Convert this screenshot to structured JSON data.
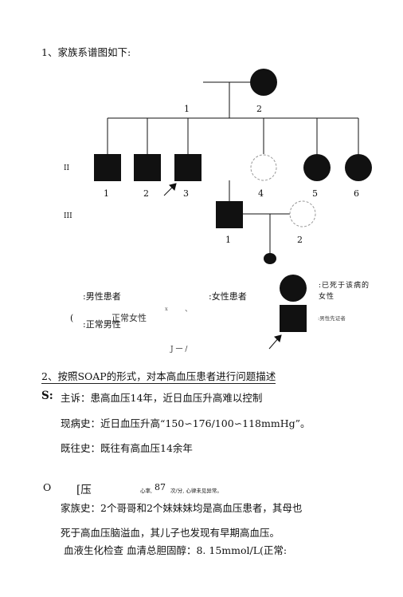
{
  "heading1": "1、家族系谱图如下:",
  "pedigree": {
    "gen_I_nums": [
      "1",
      "2"
    ],
    "gen_II_label": "II",
    "gen_II_nums": [
      "1",
      "2",
      "3",
      "4",
      "5",
      "6"
    ],
    "gen_III_label": "III",
    "gen_III_nums": [
      "1",
      "2"
    ]
  },
  "legend": {
    "male_patient": ":男性患者",
    "female_patient": ":女性患者",
    "deceased_female": ":已死于该病的女性",
    "male_proband": ":男性先证者",
    "normal_male": ":正常男性",
    "normal_female": "正常女性",
    "paren_open": "(",
    "scan_x": "x",
    "scan_comma": "、",
    "scan_dash": "J 一 /"
  },
  "heading2": "2、按照SOAP的形式，对本高血压患者进行问题描述",
  "s_section": {
    "marker": "S:",
    "chief_complaint": "主诉：患高血压14年，近日血压升高难以控制",
    "present_history": "现病史：近日血压升高“150∽176/100∽118mmHg”。",
    "past_history": "既往史：既往有高血压14余年"
  },
  "o_section": {
    "marker": "O",
    "bracket": "[压",
    "heart_rate_prefix": "心率,",
    "heart_rate_value": "87",
    "heart_rate_suffix": "次/分, 心律未见异常。",
    "family_history_1": "家族史：2个哥哥和2个妹妹妹均是高血压患者，其母也",
    "family_history_2": "死于高血压脑溢血，其儿子也发现有早期高血压。",
    "lab_line": "血液生化检查 血清总胆固醇：8. 15mmol/L(正常:"
  }
}
